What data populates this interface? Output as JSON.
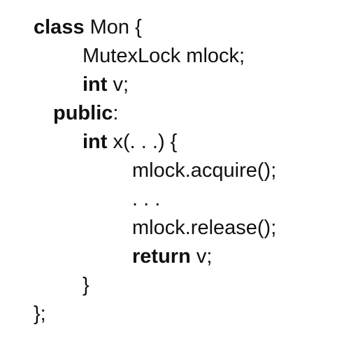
{
  "code": {
    "line1": {
      "keyword": "class",
      "rest": " Mon {"
    },
    "line2": {
      "text": "MutexLock mlock;"
    },
    "line3": {
      "keyword": "int",
      "rest": " v;"
    },
    "line4": {
      "keyword": "public",
      "rest": ":"
    },
    "line5": {
      "keyword": "int",
      "rest": " x(. . .) {"
    },
    "line6": {
      "text": "mlock.acquire();"
    },
    "line7": {
      "text": ". . ."
    },
    "line8": {
      "text": "mlock.release();"
    },
    "line9": {
      "keyword": "return",
      "rest": " v;"
    },
    "line10": {
      "text": "}"
    },
    "line11": {
      "text": "};"
    }
  }
}
